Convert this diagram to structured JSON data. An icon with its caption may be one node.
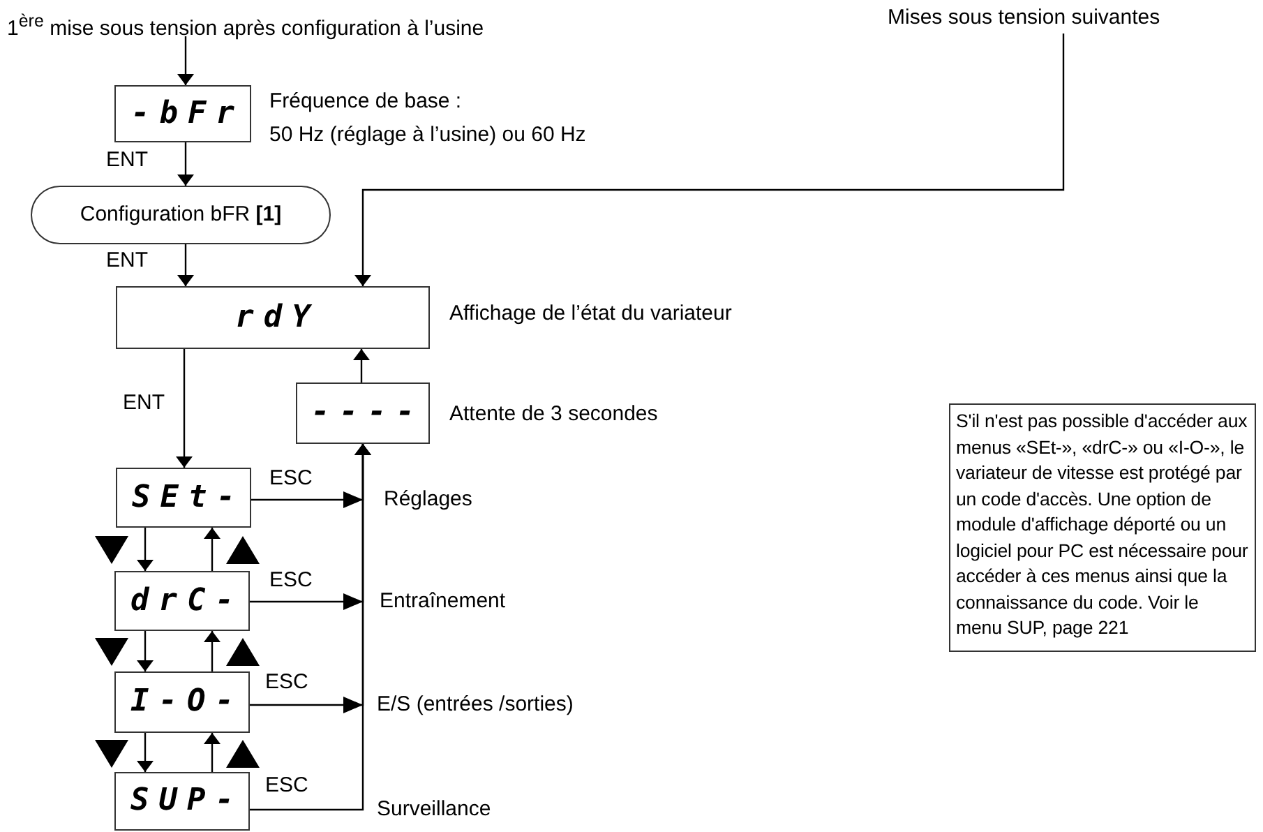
{
  "diagram": {
    "nodes": [
      {
        "text": [
          "1$^{ère}$ mise sous tension après configuration à l’usine"
        ]
      },
      {
        "text": [
          "Mises sous tension suivantes"
        ]
      },
      {
        "text": [
          "-bFr"
        ],
        "beside": [
          "Fréquence de base :",
          "50 Hz (réglage à l’usine) ou 60 Hz"
        ]
      },
      {
        "text": [
          "Configuration bFR **[1]**"
        ]
      },
      {
        "text": [
          "rdY"
        ],
        "beside": [
          "Affichage de l’état du variateur"
        ]
      },
      {
        "text": [
          "----"
        ],
        "beside": [
          "Attente de 3 secondes"
        ]
      },
      {
        "text": [
          "SEt-"
        ]
      },
      {
        "text": [
          "drC-"
        ]
      },
      {
        "text": [
          "I-O-"
        ]
      },
      {
        "text": [
          "SUP-"
        ]
      },
      {
        "text": [
          "S'il n'est pas possible d'accéder aux menus «SEt-», «drC-» ou «I-O-», le variateur de vitesse est protégé par un code d'accès. Une option de module d'affichage déporté ou un logiciel pour PC est nécessaire pour accéder à ces menus ainsi que la connaissance du code. Voir le menu SUP, page 221"
        ]
      }
    ],
    "edges": [
      {
        "from": 0,
        "to": 2,
        "arrow": "to"
      },
      {
        "from": 2,
        "to": 3,
        "arrow": "to",
        "label": "ENT"
      },
      {
        "from": 3,
        "to": 4,
        "arrow": "to",
        "label": "ENT"
      },
      {
        "from": 1,
        "to": 4,
        "arrow": "to"
      },
      {
        "from": 5,
        "to": 4,
        "arrow": "to"
      },
      {
        "from": 4,
        "to": 6,
        "arrow": "to",
        "label": "ENT"
      },
      {
        "from": 6,
        "to": 7,
        "arrow": "to"
      },
      {
        "from": 7,
        "to": 6,
        "arrow": "to"
      },
      {
        "from": 7,
        "to": 8,
        "arrow": "to"
      },
      {
        "from": 8,
        "to": 7,
        "arrow": "to"
      },
      {
        "from": 8,
        "to": 9,
        "arrow": "to"
      },
      {
        "from": 9,
        "to": 8,
        "arrow": "to"
      },
      {
        "from": 6,
        "to": 5,
        "arrow": "to",
        "label": "ESC"
      },
      {
        "from": 7,
        "to": 5,
        "arrow": "to",
        "label": "ESC"
      },
      {
        "from": 8,
        "to": 5,
        "arrow": "to",
        "label": "ESC"
      },
      {
        "from": 9,
        "to": 5,
        "arrow": "to",
        "label": "ESC"
      }
    ],
    "labels": [
      "Réglages",
      "Entraînement",
      "E/S (entrées /sorties)",
      "Surveillance"
    ]
  }
}
